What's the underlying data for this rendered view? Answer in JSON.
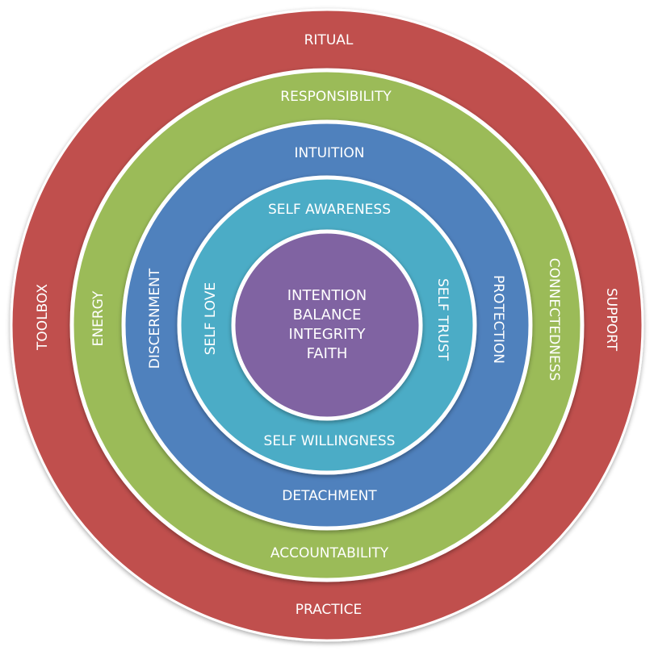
{
  "diagram": {
    "type": "concentric-rings",
    "colors": {
      "ring1": "#c0504d",
      "ring2": "#9bbb59",
      "ring3": "#4f81bd",
      "ring4": "#4bacc6",
      "core": "#8064a2",
      "separator": "#ffffff"
    },
    "rings": [
      {
        "name": "outer",
        "top": "RITUAL",
        "bottom": "PRACTICE",
        "left": "TOOLBOX",
        "right": "SUPPORT"
      },
      {
        "name": "second",
        "top": "RESPONSIBILITY",
        "bottom": "ACCOUNTABILITY",
        "left": "ENERGY",
        "right": "CONNECTEDNESS"
      },
      {
        "name": "third",
        "top": "INTUITION",
        "bottom": "DETACHMENT",
        "left": "DISCERNMENT",
        "right": "PROTECTION"
      },
      {
        "name": "fourth",
        "top": "SELF AWARENESS",
        "bottom": "SELF WILLINGNESS",
        "left": "SELF LOVE",
        "right": "SELF TRUST"
      }
    ],
    "core": {
      "lines": [
        "INTENTION",
        "BALANCE",
        "INTEGRITY",
        "FAITH"
      ]
    }
  }
}
